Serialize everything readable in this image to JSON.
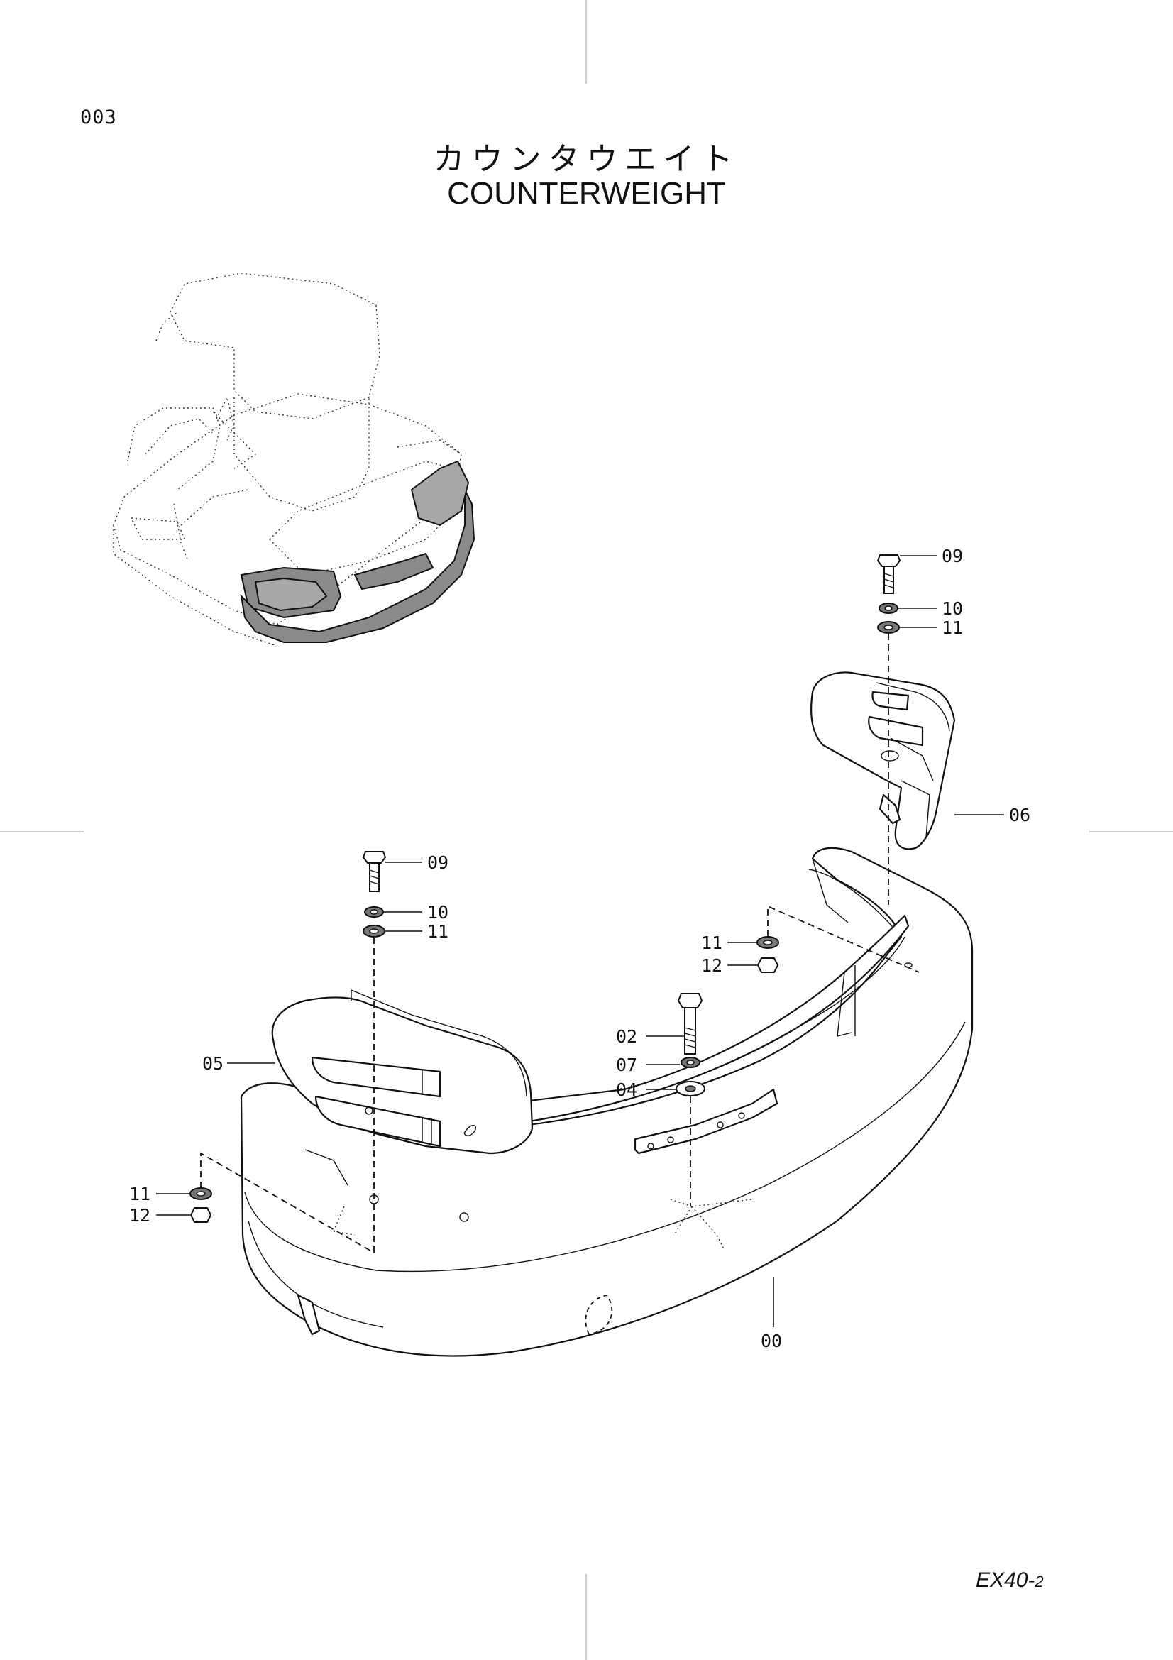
{
  "page_number": "003",
  "title_jp": "カウンタウエイト",
  "title_en": "COUNTERWEIGHT",
  "model_code": "EX40-",
  "model_code_suffix": "2",
  "callouts": {
    "c00": "00",
    "c02": "02",
    "c04": "04",
    "c05": "05",
    "c06": "06",
    "c07": "07",
    "c09_right": "09",
    "c10_right": "10",
    "c11_right_top": "11",
    "c09_left": "09",
    "c10_left": "10",
    "c11_left_top": "11",
    "c11_mid": "11",
    "c12_mid": "12",
    "c11_left_bottom": "11",
    "c12_left_bottom": "12"
  }
}
